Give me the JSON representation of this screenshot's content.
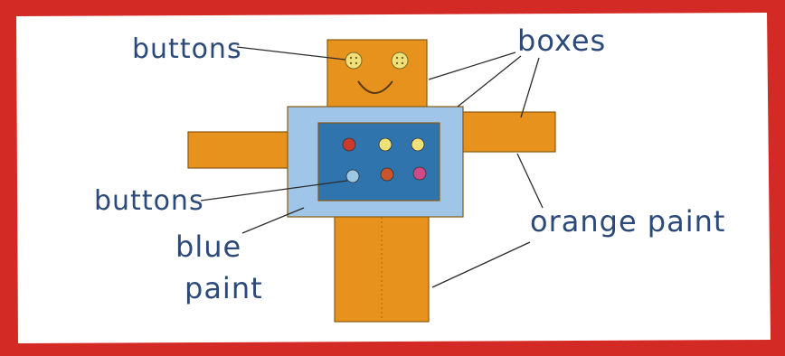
{
  "labels": {
    "buttons_top": "buttons",
    "boxes": "boxes",
    "buttons_left": "buttons",
    "blue_paint_line1": "blue",
    "blue_paint_line2": "paint",
    "orange_paint": "orange paint"
  },
  "colors": {
    "border": "#d42a26",
    "orange": "#e8921e",
    "orange_edge": "#8a5a10",
    "light_blue": "#9fc6e8",
    "dark_blue": "#2f74ad",
    "label_ink": "#2b4a7a",
    "button_yellow": "#efe07a",
    "button_red": "#c83a2c",
    "button_light_blue": "#9cc8e4",
    "button_pink": "#d04a8a"
  }
}
